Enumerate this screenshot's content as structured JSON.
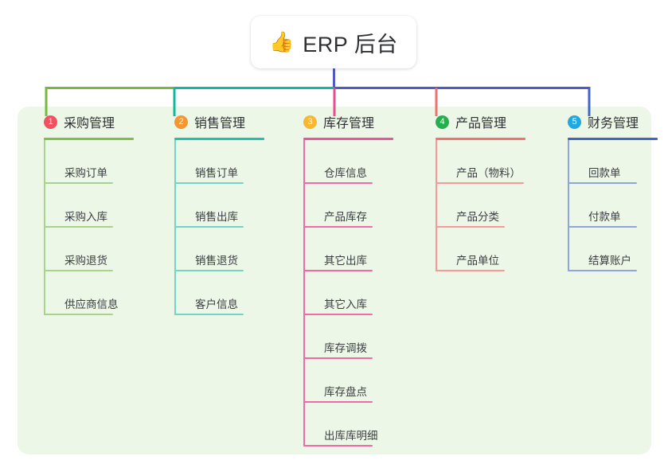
{
  "root": {
    "icon": "thumbs-up-icon",
    "emoji": "👍",
    "label": "ERP 后台"
  },
  "panel": {
    "background_color": "#edf7e8"
  },
  "connector_colors": {
    "bus_left": "#76b93f",
    "bus_mid": "#11b8a0",
    "bus_right": "#5159c4",
    "drop_1": "#76b93f",
    "drop_2": "#11b8a0",
    "drop_3": "#ea4d8f",
    "drop_4": "#f2706e",
    "drop_5": "#3f66c7",
    "root_stem": "#5159c4"
  },
  "columns": [
    {
      "number": "1",
      "title": "采购管理",
      "badge_color": "#f2525f",
      "rule_color": "#7cbf4b",
      "line_color": "#a8d48a",
      "items": [
        {
          "label": "采购订单"
        },
        {
          "label": "采购入库"
        },
        {
          "label": "采购退货"
        },
        {
          "label": "供应商信息"
        }
      ]
    },
    {
      "number": "2",
      "title": "销售管理",
      "badge_color": "#f5962f",
      "rule_color": "#1ec3ac",
      "line_color": "#74d5c6",
      "items": [
        {
          "label": "销售订单"
        },
        {
          "label": "销售出库"
        },
        {
          "label": "销售退货"
        },
        {
          "label": "客户信息"
        }
      ]
    },
    {
      "number": "3",
      "title": "库存管理",
      "badge_color": "#f7b731",
      "rule_color": "#ef539a",
      "line_color": "#ef6aa7",
      "items": [
        {
          "label": "仓库信息"
        },
        {
          "label": "产品库存"
        },
        {
          "label": "其它出库"
        },
        {
          "label": "其它入库"
        },
        {
          "label": "库存调拨"
        },
        {
          "label": "库存盘点"
        },
        {
          "label": "出库库明细"
        }
      ]
    },
    {
      "number": "4",
      "title": "产品管理",
      "badge_color": "#22b14c",
      "rule_color": "#f5706e",
      "line_color": "#f59a97",
      "items": [
        {
          "label": "产品（物料）",
          "wide": true
        },
        {
          "label": "产品分类"
        },
        {
          "label": "产品单位"
        }
      ]
    },
    {
      "number": "5",
      "title": "财务管理",
      "badge_color": "#22a8e0",
      "rule_color": "#3f66c7",
      "line_color": "#8fa6dd",
      "items": [
        {
          "label": "回款单"
        },
        {
          "label": "付款单"
        },
        {
          "label": "结算账户"
        }
      ]
    }
  ]
}
